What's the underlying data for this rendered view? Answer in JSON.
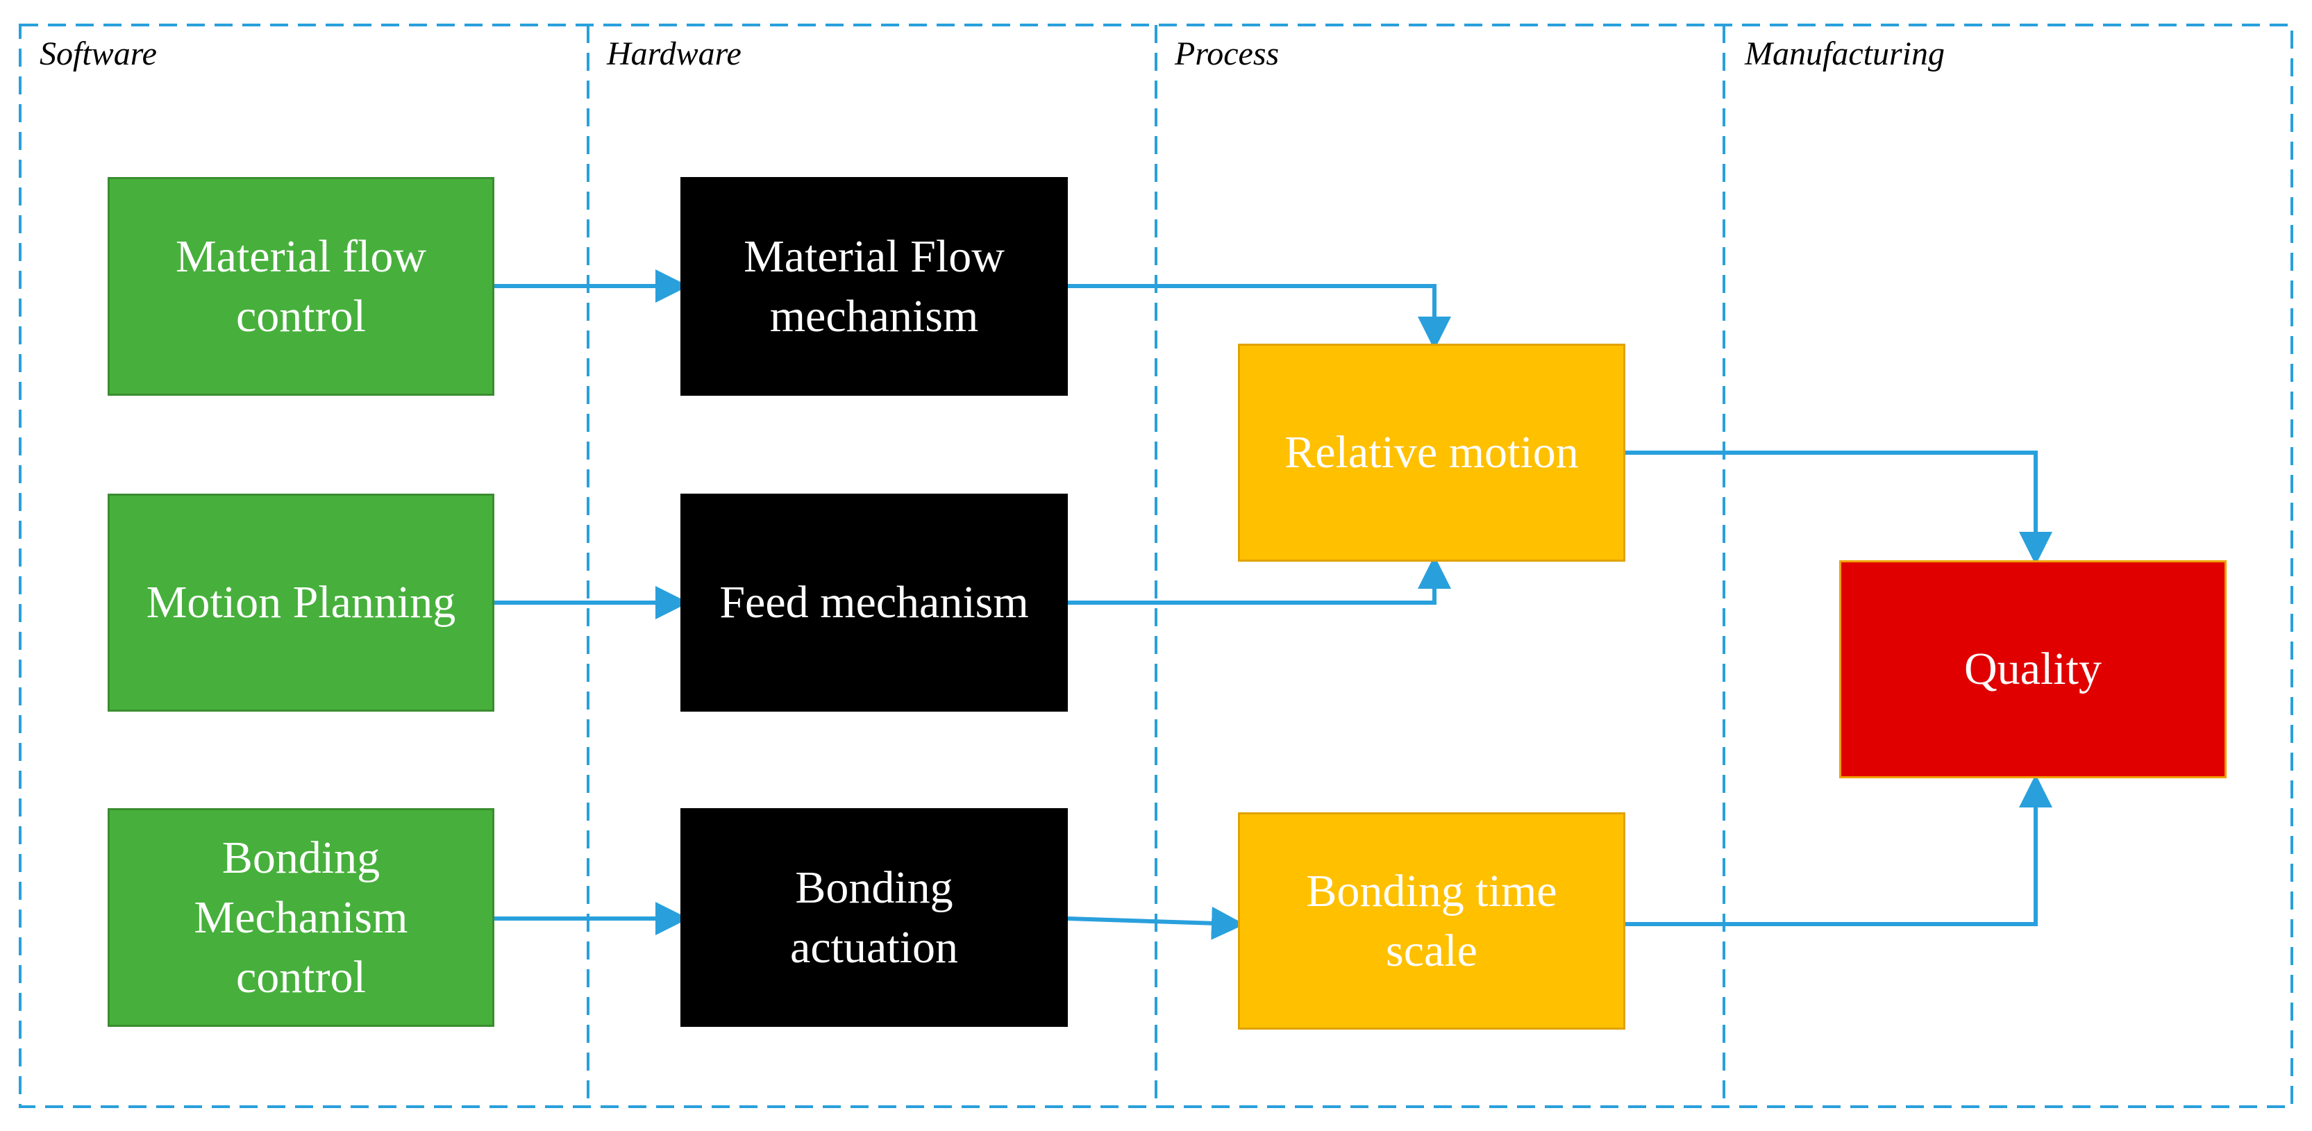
{
  "lanes": [
    {
      "id": "software",
      "label": "Software"
    },
    {
      "id": "hardware",
      "label": "Hardware"
    },
    {
      "id": "process",
      "label": "Process"
    },
    {
      "id": "manufacturing",
      "label": "Manufacturing"
    }
  ],
  "nodes": {
    "material_flow_control": {
      "label": "Material flow\ncontrol"
    },
    "motion_planning": {
      "label": "Motion Planning"
    },
    "bonding_mechanism_control": {
      "label": "Bonding\nMechanism\ncontrol"
    },
    "material_flow_mechanism": {
      "label": "Material Flow\nmechanism"
    },
    "feed_mechanism": {
      "label": "Feed mechanism"
    },
    "bonding_actuation": {
      "label": "Bonding\nactuation"
    },
    "relative_motion": {
      "label": "Relative motion"
    },
    "bonding_time_scale": {
      "label": "Bonding time\nscale"
    },
    "quality": {
      "label": "Quality"
    }
  },
  "edges": [
    {
      "from": "material_flow_control",
      "to": "material_flow_mechanism"
    },
    {
      "from": "motion_planning",
      "to": "feed_mechanism"
    },
    {
      "from": "bonding_mechanism_control",
      "to": "bonding_actuation"
    },
    {
      "from": "material_flow_mechanism",
      "to": "relative_motion"
    },
    {
      "from": "feed_mechanism",
      "to": "relative_motion"
    },
    {
      "from": "bonding_actuation",
      "to": "bonding_time_scale"
    },
    {
      "from": "relative_motion",
      "to": "quality"
    },
    {
      "from": "bonding_time_scale",
      "to": "quality"
    }
  ],
  "colors": {
    "lane_border": "#29a0dc",
    "arrow": "#29a0dc",
    "software_node": "#47b03c",
    "hardware_node": "#000000",
    "process_node": "#ffc000",
    "manufacturing_node": "#e00000"
  }
}
